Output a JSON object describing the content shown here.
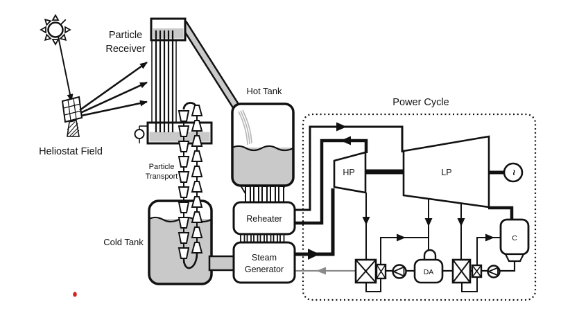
{
  "diagram": {
    "labels": {
      "heliostat_field": "Heliostat Field",
      "particle_receiver_line1": "Particle",
      "particle_receiver_line2": "Receiver",
      "particle_transport_line1": "Particle",
      "particle_transport_line2": "Transport",
      "hot_tank": "Hot Tank",
      "cold_tank": "Cold Tank",
      "reheater": "Reheater",
      "steam_generator_line1": "Steam",
      "steam_generator_line2": "Generator",
      "power_cycle": "Power Cycle",
      "hp_turbine": "HP",
      "lp_turbine": "LP",
      "generator_symbol": "~",
      "deaerator": "DA",
      "condenser": "C"
    },
    "colors": {
      "line": "#111111",
      "particle_fill": "#c9c9c9",
      "feedwater_line": "#8a8a8a",
      "marker_dot": "#d81f1f",
      "background": "#ffffff"
    }
  }
}
